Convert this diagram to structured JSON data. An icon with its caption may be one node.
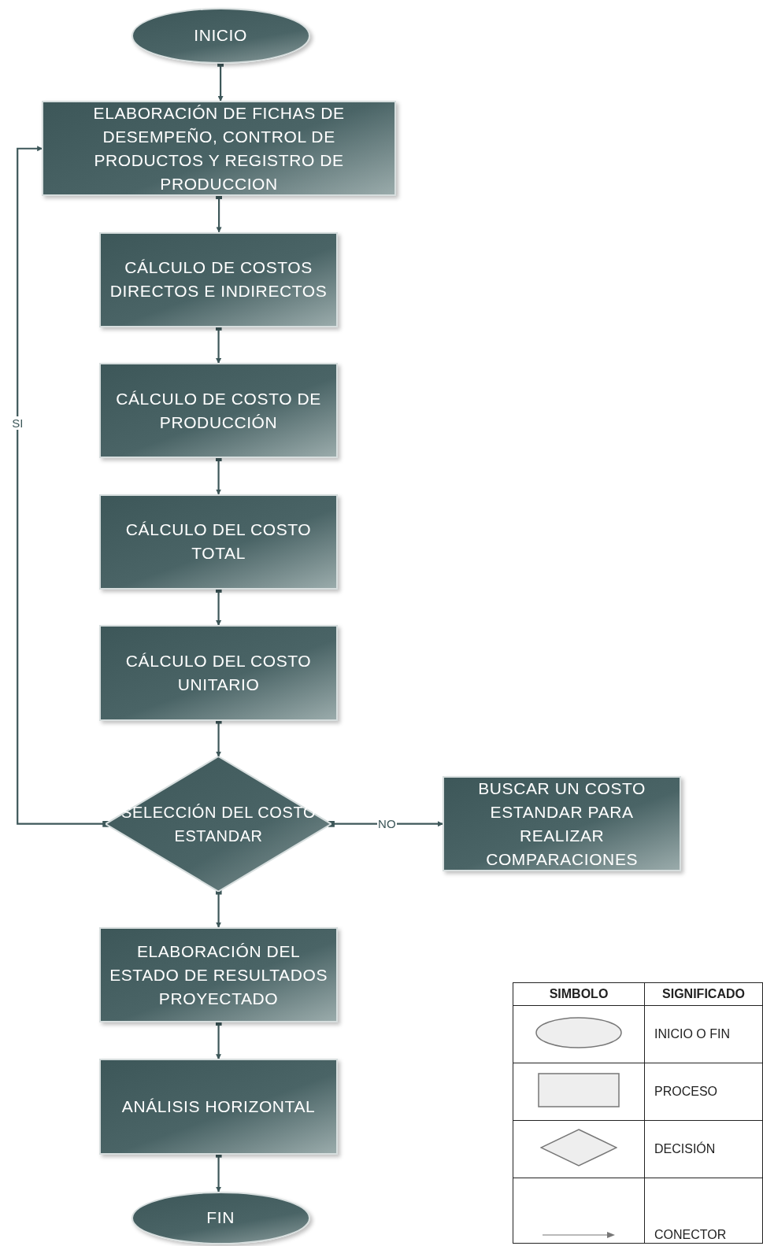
{
  "diagram": {
    "nodes": [
      {
        "text": [
          "INICIO"
        ]
      },
      {
        "text": [
          "ELABORACIÓN DE FICHAS DE DESEMPEÑO, CONTROL DE PRODUCTOS Y REGISTRO DE PRODUCCION"
        ]
      },
      {
        "text": [
          "CÁLCULO DE COSTOS DIRECTOS E INDIRECTOS"
        ]
      },
      {
        "text": [
          "CÁLCULO DE COSTO DE PRODUCCIÓN"
        ]
      },
      {
        "text": [
          "CÁLCULO DEL COSTO TOTAL"
        ]
      },
      {
        "text": [
          "CÁLCULO DEL COSTO UNITARIO"
        ]
      },
      {
        "text": [
          "SELECCIÓN DEL COSTO ESTANDAR"
        ]
      },
      {
        "text": [
          "BUSCAR UN COSTO ESTANDAR PARA REALIZAR COMPARACIONES"
        ]
      },
      {
        "text": [
          "ELABORACIÓN DEL ESTADO DE RESULTADOS PROYECTADO"
        ]
      },
      {
        "text": [
          "ANÁLISIS HORIZONTAL"
        ]
      },
      {
        "text": [
          "FIN"
        ]
      }
    ],
    "edges": [
      {
        "from": 0,
        "to": 1,
        "arrow": "to"
      },
      {
        "from": 1,
        "to": 2,
        "arrow": "to"
      },
      {
        "from": 2,
        "to": 3,
        "arrow": "to"
      },
      {
        "from": 3,
        "to": 4,
        "arrow": "to"
      },
      {
        "from": 4,
        "to": 5,
        "arrow": "to"
      },
      {
        "from": 5,
        "to": 6,
        "arrow": "to"
      },
      {
        "from": 6,
        "to": 1,
        "arrow": "to",
        "label": "SI"
      },
      {
        "from": 6,
        "to": 7,
        "arrow": "to",
        "label": "NO"
      },
      {
        "from": 6,
        "to": 8,
        "arrow": "to"
      },
      {
        "from": 8,
        "to": 9,
        "arrow": "to"
      },
      {
        "from": 9,
        "to": 10,
        "arrow": "to"
      }
    ],
    "labels": [
      "SIMBOLO",
      "SIGNIFICADO"
    ],
    "legend": [
      {
        "text": "INICIO O FIN"
      },
      {
        "text": "PROCESO"
      },
      {
        "text": "DECISIÓN"
      },
      {
        "text": "CONECTOR"
      }
    ]
  }
}
